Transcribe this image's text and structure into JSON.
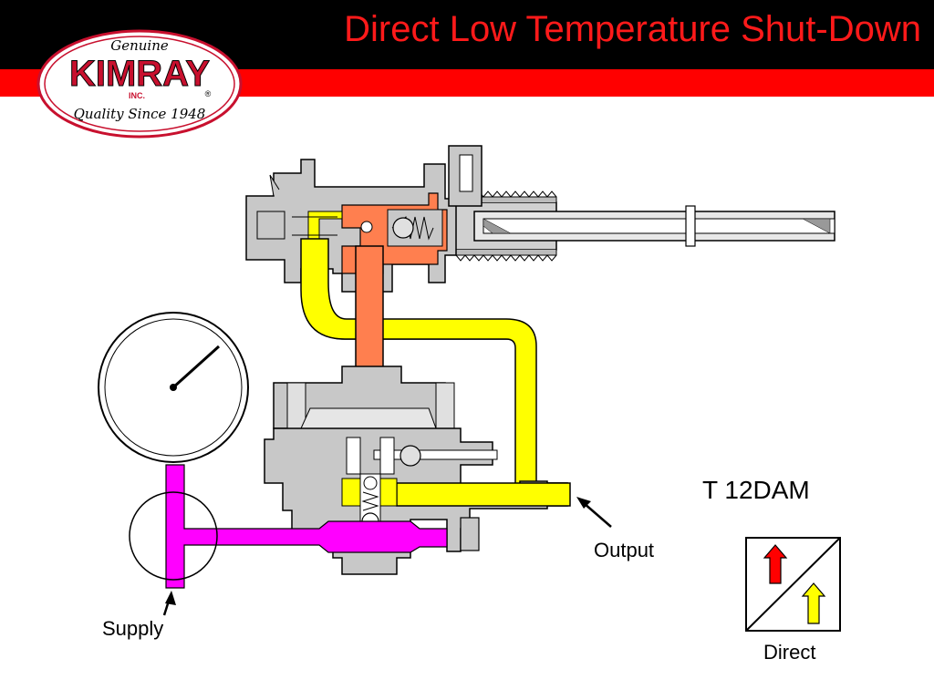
{
  "slide": {
    "title": "Direct Low Temperature Shut-Down"
  },
  "logo": {
    "top_text": "Genuine",
    "brand": "KIMRAY",
    "sub": "INC.",
    "reg": "®",
    "tagline": "Quality Since 1948"
  },
  "labels": {
    "model": "T 12DAM",
    "output": "Output",
    "supply": "Supply",
    "action": "Direct"
  },
  "colors": {
    "header_black": "#000000",
    "header_red": "#ff0000",
    "title": "#ff1a1a",
    "body_gray": "#c8c8c8",
    "output_yellow": "#ffff00",
    "supply_magenta": "#ff00ff",
    "pilot_orange": "#ff7f4f",
    "arrow_red": "#ff0000"
  }
}
